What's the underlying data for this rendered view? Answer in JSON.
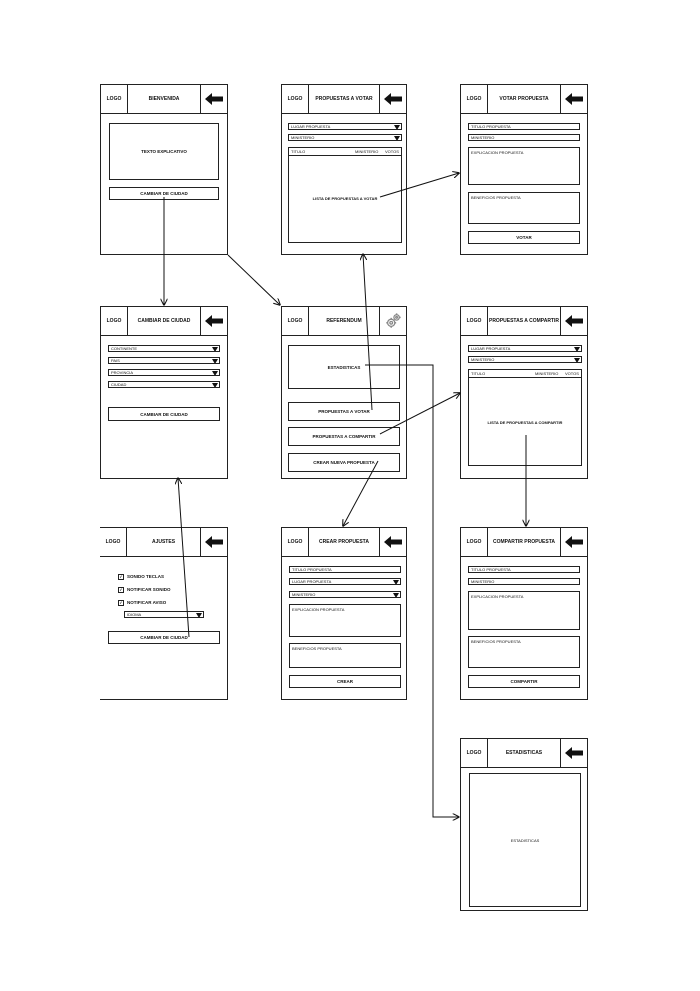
{
  "screens": {
    "bienvenida": {
      "logo": "LOGO",
      "title": "BIENVENIDA",
      "text_box": "TEXTO EXPLICATIVO",
      "button": "CAMBIAR DE CIUDAD"
    },
    "propuestas_votar": {
      "logo": "LOGO",
      "title": "PROPUESTAS A VOTAR",
      "select_lugar": "LUGAR PROPUESTA",
      "select_ministerio": "MINISTERIO",
      "col_titulo": "TITULO",
      "col_ministerio": "MINISTERIO",
      "col_votos": "VOTOS",
      "list": "LISTA DE PROPUESTAS A VOTAR"
    },
    "votar_propuesta": {
      "logo": "LOGO",
      "title": "VOTAR PROPUESTA",
      "field_titulo": "TITULO PROPUESTA",
      "field_ministerio": "MINISTERIO",
      "area_explicacion": "EXPLICACION PROPUESTA",
      "area_beneficios": "BENEFICIOS PROPUESTA",
      "button": "VOTAR"
    },
    "cambiar_ciudad": {
      "logo": "LOGO",
      "title": "CAMBIAR DE CIUDAD",
      "select_continente": "CONTINENTE",
      "select_pais": "PAIS",
      "select_provincia": "PROVINCIA",
      "select_ciudad": "CIUDAD",
      "button": "CAMBIAR DE CIUDAD"
    },
    "referendum": {
      "logo": "LOGO",
      "title": "REFERENDUM",
      "estadisticas": "ESTADISTICAS",
      "btn_votar": "PROPUESTAS A VOTAR",
      "btn_compartir": "PROPUESTAS A COMPARTIR",
      "btn_crear": "CREAR NUEVA PROPUESTA",
      "gear_icon": "gears-icon"
    },
    "propuestas_compartir": {
      "logo": "LOGO",
      "title": "PROPUESTAS A COMPARTIR",
      "select_lugar": "LUGAR PROPUESTA",
      "select_ministerio": "MINISTERIO",
      "col_titulo": "TITULO",
      "col_ministerio": "MINISTERIO",
      "col_votos": "VOTOS",
      "list": "LISTA DE PROPUESTAS A COMPARTIR"
    },
    "ajustes": {
      "logo": "LOGO",
      "title": "AJUSTES",
      "opt_sonido_teclas": "SONIDO TECLAS",
      "opt_notificar_sonido": "NOTIFICAR SONIDO",
      "opt_notificar_aviso": "NOTIFICAR AVISO",
      "select_idioma": "IDIOMA",
      "button": "CAMBIAR DE CIUDAD"
    },
    "crear_propuesta": {
      "logo": "LOGO",
      "title": "CREAR PROPUESTA",
      "field_titulo": "TITULO PROPUESTA",
      "select_lugar": "LUGAR PROPUESTA",
      "select_ministerio": "MINISTERIO",
      "area_explicacion": "EXPLICACION PROPUESTA",
      "area_beneficios": "BENEFICIOS PROPUESTA",
      "button": "CREAR"
    },
    "compartir_propuesta": {
      "logo": "LOGO",
      "title": "COMPARTIR PROPUESTA",
      "field_titulo": "TITULO PROPUESTA",
      "field_ministerio": "MINISTERIO",
      "area_explicacion": "EXPLICACION PROPUESTA",
      "area_beneficios": "BENEFICIOS PROPUESTA",
      "button": "COMPARTIR"
    },
    "estadisticas": {
      "logo": "LOGO",
      "title": "ESTADISTICAS",
      "content": "ESTADISTICAS"
    }
  },
  "icons": {
    "back": "back-arrow-icon",
    "checkbox": "checkbox-checked-icon",
    "dropdown": "dropdown-triangle-icon"
  }
}
